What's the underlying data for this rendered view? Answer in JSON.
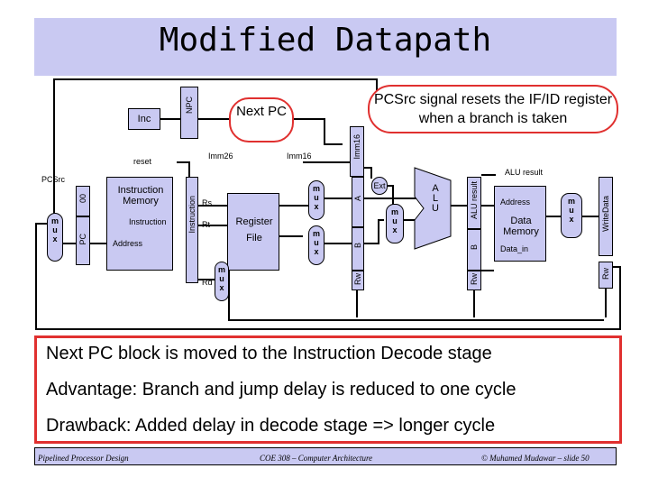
{
  "slide": {
    "title": "Modified Datapath",
    "callout": "PCSrc signal resets the IF/ID register when a branch is taken",
    "next_pc": "Next PC"
  },
  "diagram": {
    "inc": "Inc",
    "npc": "NPC",
    "reset": "reset",
    "imm26": "Imm26",
    "imm16_top": "Imm16",
    "imm16_vert": "Imm16",
    "pcsrc": "PCSrc",
    "zero_zero": "00",
    "pc": "PC",
    "instruction_memory": "Instruction Memory",
    "instruction_port": "Instruction",
    "address_port": "Address",
    "instruction_reg": "Instruction",
    "rs": "Rs",
    "rt": "Rt",
    "rd": "Rd",
    "register_file": "Register File",
    "a": "A",
    "b": "B",
    "rw1": "Rw",
    "rw2": "Rw",
    "rw3": "Rw",
    "ext": "Ext",
    "alu": "A L U",
    "alu_result_reg": "ALU result",
    "alu_result_top": "ALU result",
    "data_memory": "Data Memory",
    "address_dm": "Address",
    "data_in": "Data_in",
    "write_data": "WriteData",
    "mux": "m u x"
  },
  "bullets": [
    "Next PC block is moved to the Instruction Decode stage",
    "Advantage: Branch and jump delay is reduced to one cycle",
    "Drawback: Added delay in decode stage => longer cycle"
  ],
  "footer": {
    "left": "Pipelined Processor Design",
    "center": "COE 308 – Computer Architecture",
    "right": "© Muhamed Mudawar – slide 50"
  }
}
